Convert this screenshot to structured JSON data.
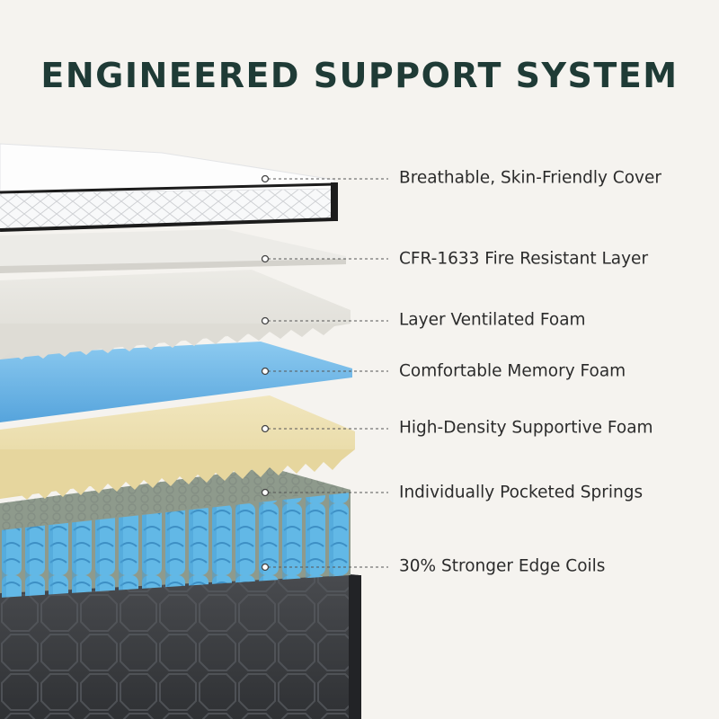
{
  "title": "ENGINEERED SUPPORT SYSTEM",
  "layers": [
    {
      "label": "Breathable, Skin-Friendly Cover"
    },
    {
      "label": "CFR-1633 Fire Resistant Layer"
    },
    {
      "label": "Layer Ventilated Foam"
    },
    {
      "label": "Comfortable Memory Foam"
    },
    {
      "label": "High-Density Supportive Foam"
    },
    {
      "label": "Individually Pocketed Springs"
    },
    {
      "label": "30% Stronger Edge Coils"
    }
  ],
  "colors": {
    "background": "#f5f3ef",
    "title": "#1f3b36",
    "memory_foam": "#6fb3e0",
    "support_foam": "#e9dcab",
    "springs": "#5fb6e3",
    "base": "#3a3c40"
  }
}
